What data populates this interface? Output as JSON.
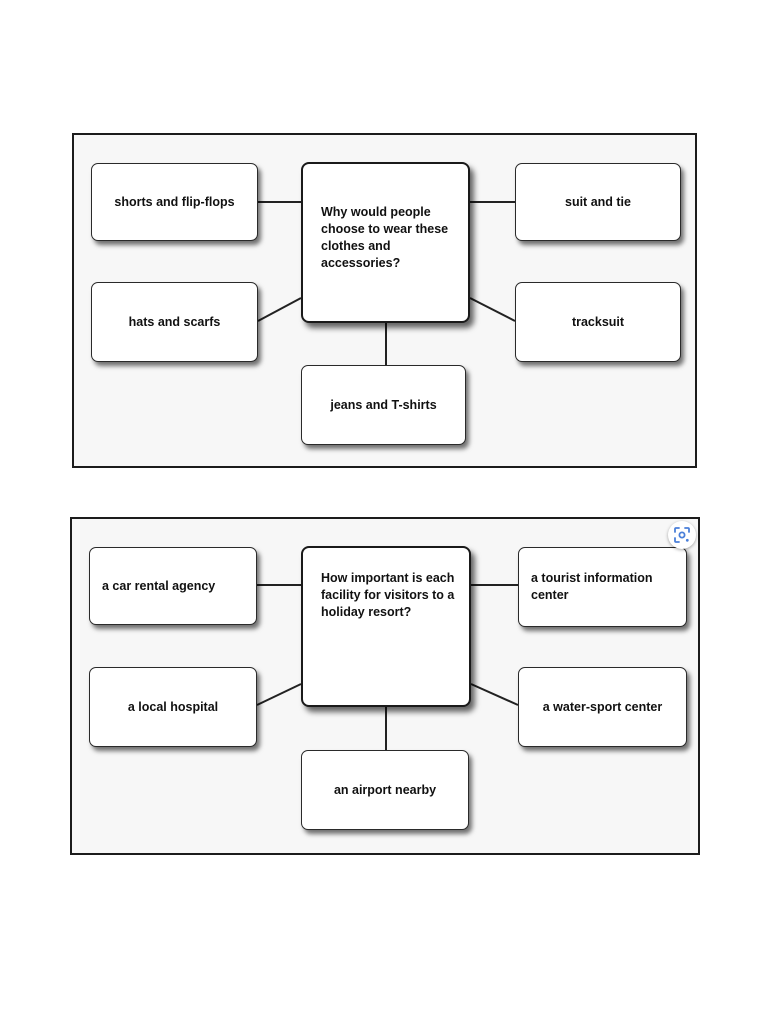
{
  "diagrams": [
    {
      "center": "Why would people choose to wear these clothes and accessories?",
      "top_left": "shorts and flip-flops",
      "mid_left": "hats and scarfs",
      "top_right": "suit and tie",
      "mid_right": "tracksuit",
      "bottom": "jeans and T-shirts"
    },
    {
      "center": "How important is each facility for visitors to a holiday resort?",
      "top_left": "a car rental agency",
      "mid_left": "a local hospital",
      "top_right": "a tourist information center",
      "mid_right": "a water-sport center",
      "bottom": "an airport nearby"
    }
  ],
  "icons": {
    "lens": "visual-search-icon"
  },
  "colors": {
    "border": "#1c1c1c",
    "panel_bg": "#f7f7f7",
    "node_bg": "#ffffff",
    "icon_blue": "#4a7fd9"
  }
}
